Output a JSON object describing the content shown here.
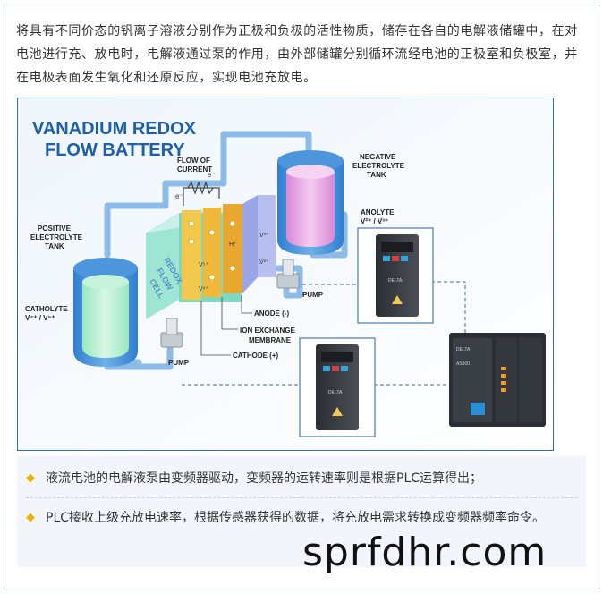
{
  "intro": {
    "text": "将具有不同价态的钒离子溶液分别作为正极和负极的活性物质，储存在各自的电解液储罐中，在对电池进行充、放电时，电解液通过泵的作用，由外部储罐分别循环流经电池的正极室和负极室，并在电极表面发生氧化和还原反应，实现电池充放电。"
  },
  "figure": {
    "title_line1": "VANADIUM REDOX",
    "title_line2": "FLOW BATTERY",
    "flow_of_current_1": "FLOW OF",
    "flow_of_current_2": "CURRENT",
    "positive_tank_1": "POSITIVE",
    "positive_tank_2": "ELECTROLYTE",
    "positive_tank_3": "TANK",
    "negative_tank_1": "NEGATIVE",
    "negative_tank_2": "ELECTROLYTE",
    "negative_tank_3": "TANK",
    "anolyte_1": "ANOLYTE",
    "anolyte_2": "V²⁺ / V³⁺",
    "catholyte_1": "CATHOLYTE",
    "catholyte_2": "V⁴⁺ / V⁵⁺",
    "pump_right": "PUMP",
    "pump_left": "PUMP",
    "anode": "ANODE (-)",
    "membrane_1": "ION EXCHANGE",
    "membrane_2": "MEMBRANE",
    "cathode": "CATHODE (+)",
    "cell_1": "REDOX",
    "cell_2": "FLOW",
    "cell_3": "CELL",
    "electron": "e⁻",
    "v2": "V²⁺",
    "v3": "V³⁺",
    "v5": "V⁵⁺",
    "v4": "V⁴⁺",
    "hplus": "H⁺",
    "drive_brand": "DELTA",
    "plc_brand": "DELTA",
    "plc_model": "AS300"
  },
  "bullets": [
    {
      "text": "液流电池的电解液泵由变频器驱动，变频器的运转速率则是根据PLC运算得出；"
    },
    {
      "text": "PLC接收上级充放电速率，根据传感器获得的数据，将充放电需求转换成变频器频率命令。"
    }
  ],
  "bullet_marker": "◆",
  "watermark": "sprfdhr.com",
  "colors": {
    "title_blue": "#1d5fa8",
    "pipe_blue": "#7fb2e0",
    "positive_liquid": "#7fdcb0",
    "negative_liquid": "#e08ed8",
    "cell_yellow": "#f2c94c",
    "accent_diamond": "#f1b400"
  }
}
